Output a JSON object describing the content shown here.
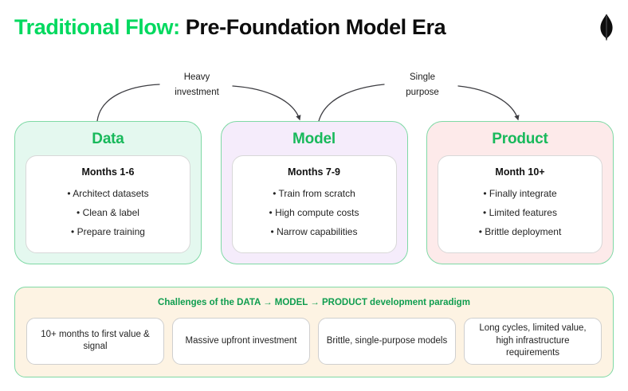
{
  "header": {
    "title_accent": "Traditional Flow:",
    "title_rest": " Pre-Foundation Model Era",
    "logo_name": "mongodb-leaf-logo"
  },
  "colors": {
    "brand_green": "#00d95f",
    "stage_title_green": "#18b95b",
    "challenges_green": "#0f9d4f",
    "data_bg": "#e4f8ef",
    "model_bg": "#f5ecfb",
    "product_bg": "#fdeaea",
    "challenges_bg": "#fdf3e3",
    "stage_border": "#7fd9a5",
    "arrow": "#3d3d42"
  },
  "connectors": [
    {
      "name": "heavy-investment",
      "line1": "Heavy",
      "line2": "investment"
    },
    {
      "name": "single-purpose",
      "line1": "Single",
      "line2": "purpose"
    }
  ],
  "stages": [
    {
      "id": "data",
      "title": "Data",
      "heading": "Months 1-6",
      "items": [
        "• Architect datasets",
        "• Clean & label",
        "• Prepare training"
      ]
    },
    {
      "id": "model",
      "title": "Model",
      "heading": "Months 7-9",
      "items": [
        "• Train from scratch",
        "• High compute costs",
        "• Narrow capabilities"
      ]
    },
    {
      "id": "product",
      "title": "Product",
      "heading": "Month 10+",
      "items": [
        "• Finally integrate",
        "• Limited features",
        "• Brittle deployment"
      ]
    }
  ],
  "challenges": {
    "title": "Challenges of the DATA → MODEL → PRODUCT development paradigm",
    "cards": [
      "10+ months to first value & signal",
      "Massive upfront investment",
      "Brittle, single-purpose models",
      "Long cycles, limited value, high infrastructure requirements"
    ]
  }
}
